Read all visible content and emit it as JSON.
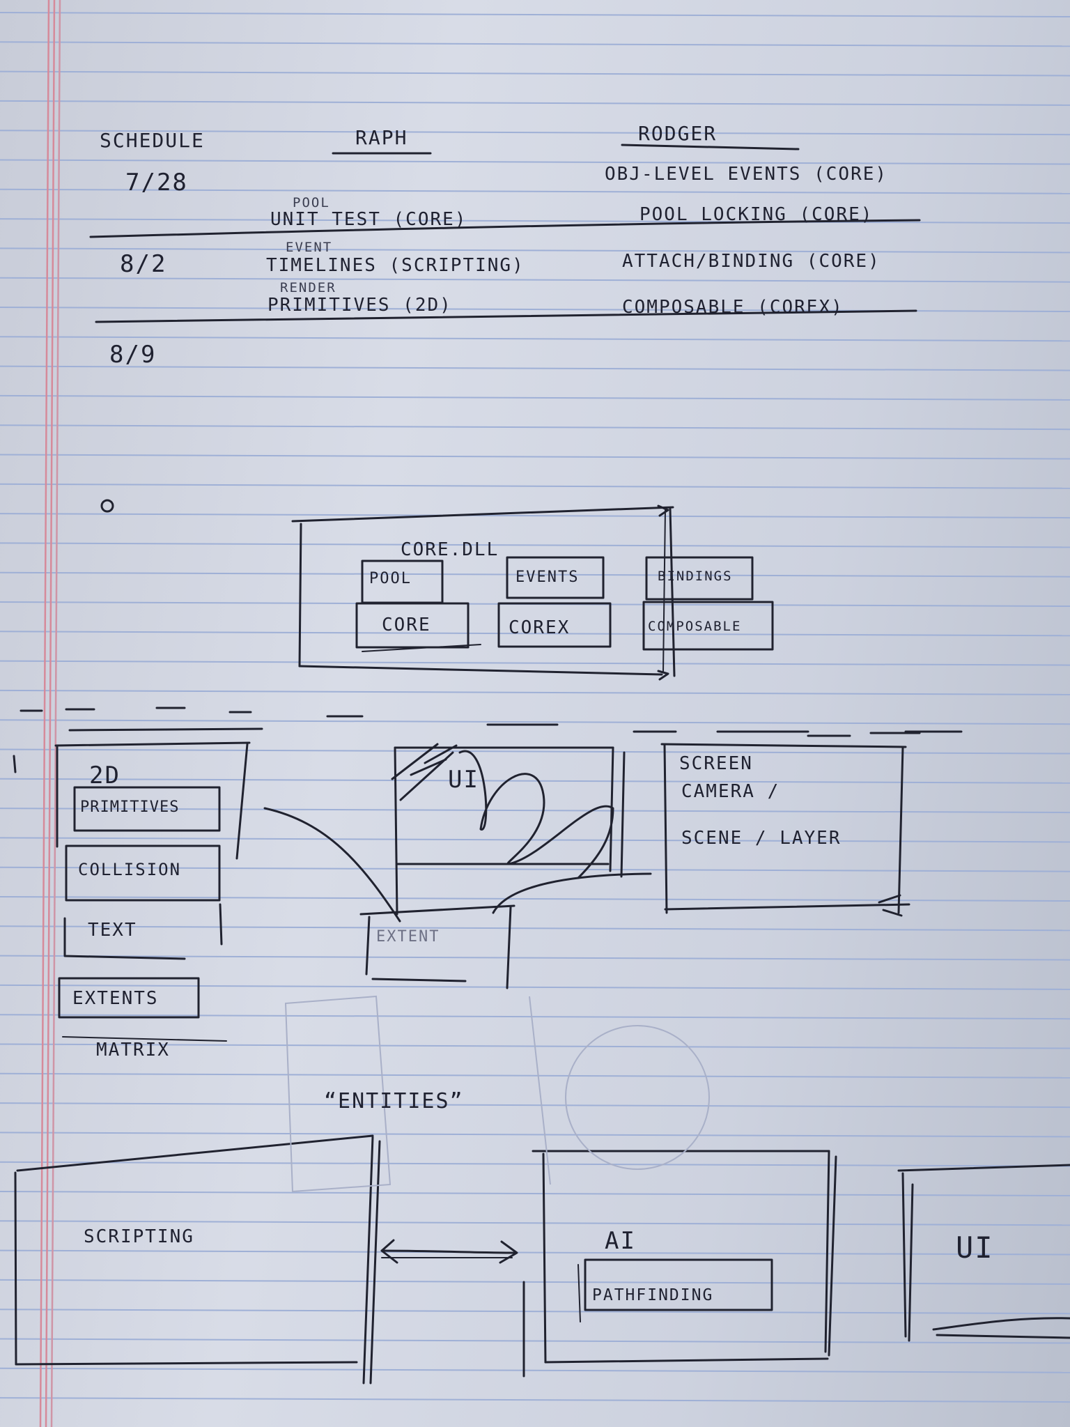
{
  "schedule": {
    "headers": {
      "col1": "SCHEDULE",
      "col2": "RAPH",
      "col3": "RODGER"
    },
    "rows": [
      {
        "date": "7/28",
        "raph": [
          {
            "note": "POOL",
            "text": "UNIT TEST (CORE)"
          }
        ],
        "rodger": [
          "OBJ-LEVEL EVENTS (CORE)",
          "POOL LOCKING (CORE)"
        ]
      },
      {
        "date": "8/2",
        "raph": [
          {
            "note": "EVENT",
            "text": "TIMELINES (SCRIPTING)"
          },
          {
            "note": "RENDER",
            "text": "PRIMITIVES (2D)"
          }
        ],
        "rodger": [
          "ATTACH/BINDING (CORE)",
          "COMPOSABLE (COREX)"
        ]
      },
      {
        "date": "8/9",
        "raph": [],
        "rodger": []
      }
    ]
  },
  "core_dll": {
    "title": "CORE.DLL",
    "modules": [
      "POOL",
      "EVENTS",
      "BINDINGS",
      "CORE",
      "COREX",
      "COMPOSABLE"
    ]
  },
  "middle": {
    "group_2d": {
      "title": "2D",
      "items": [
        "PRIMITIVES",
        "COLLISION",
        "TEXT",
        "EXTENTS",
        "MATRIX"
      ]
    },
    "ui_box": {
      "label": "UI"
    },
    "extent_box": {
      "label": "EXTENT"
    },
    "screen_box": {
      "line1": "SCREEN",
      "line2": "CAMERA /",
      "line3": "SCENE / LAYER"
    }
  },
  "entities": {
    "title": "“ENTITIES”",
    "scripting": {
      "label": "SCRIPTING"
    },
    "ai": {
      "label": "AI",
      "sub": "PATHFINDING"
    },
    "ui": {
      "label": "UI"
    }
  }
}
